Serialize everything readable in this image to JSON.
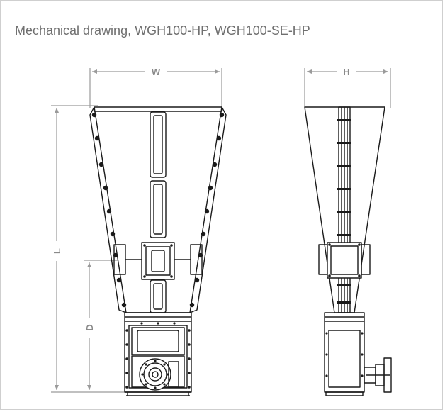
{
  "caption": "Mechanical drawing, WGH100-HP, WGH100-SE-HP",
  "dimensions": {
    "width": "W",
    "height": "H",
    "length": "L",
    "depth": "D"
  },
  "colors": {
    "line": "#1a1a1a",
    "dimension": "#9a9a9a",
    "caption": "#6f6f6f",
    "border": "#cfcfcf"
  }
}
